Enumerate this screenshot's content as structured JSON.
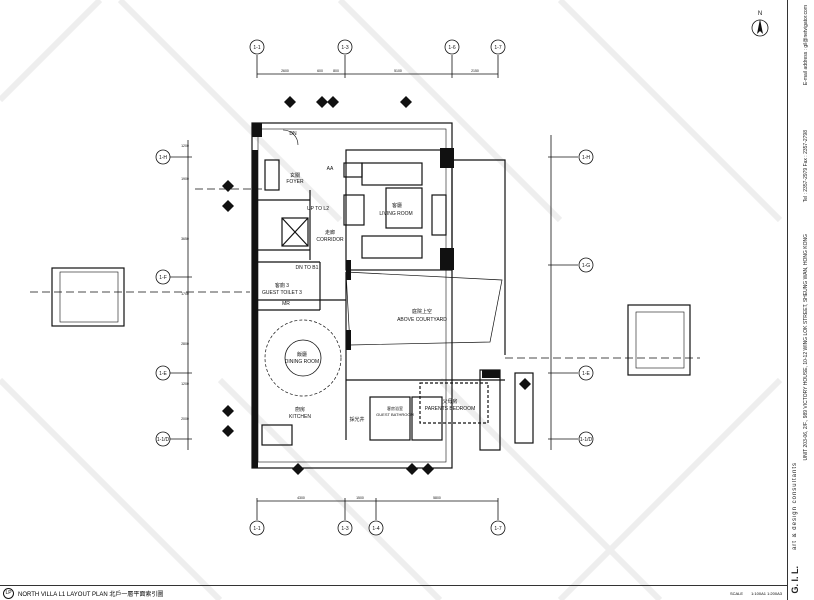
{
  "north": "N",
  "grid_top": [
    "1-1",
    "1-3",
    "1-6",
    "1-7"
  ],
  "grid_bottom": [
    "1-1",
    "1-3",
    "1-4",
    "1-7"
  ],
  "grid_left": [
    "1-H",
    "1-F",
    "1-E",
    "1-1/D"
  ],
  "grid_right": [
    "1-H",
    "1-G",
    "1-E",
    "1-1/D"
  ],
  "dims_top": [
    "2600",
    "600",
    "800",
    "5100",
    "2150"
  ],
  "dims_bottom": [
    "4300",
    "1500",
    "5800"
  ],
  "dims_left": [
    "1200",
    "1900",
    "3650",
    "1700",
    "2800",
    "1200",
    "2000"
  ],
  "rooms": {
    "foyer_cn": "玄關",
    "foyer": "FOYER",
    "up": "UP TO L2",
    "corridor_cn": "走廊",
    "corridor": "CORRIDOR",
    "living_cn": "客廳",
    "living": "LIVING ROOM",
    "dn_b1": "DN TO B1",
    "toilet_cn": "客廁 3",
    "toilet": "GUEST TOILET 3",
    "court_cn": "庭院上空",
    "court": "ABOVE COURTYARD",
    "dining_cn": "飯廳",
    "dining": "DINING ROOM",
    "kitchen_cn": "廚房",
    "kitchen": "KITCHEN",
    "light_well": "採光井",
    "bath_cn": "客房浴室",
    "bath": "GUEST BATHROOM",
    "parents_cn": "父母房",
    "parents": "PARENTS BEDROOM",
    "dn": "DN",
    "aa": "AA",
    "mr": "MR"
  },
  "title_block": {
    "company": "G. I. L.",
    "tagline": "art & design consultants",
    "address": "UNIT 203-06, 2/F., 989 VICTORY HOUSE, 10-12 WING LOK STREET, SHEUNG WAN, HONG KONG",
    "tel": "Tel : 2357-2979   Fax : 2357-2798",
    "email": "E-mail address : gil@netvigator.com"
  },
  "footer": {
    "code": "LP",
    "title": "NORTH VILLA L1 LAYOUT PLAN   北戶一層平面索引圖",
    "scale_label": "SCALE",
    "scale": "1:100A1  1:200A3"
  }
}
